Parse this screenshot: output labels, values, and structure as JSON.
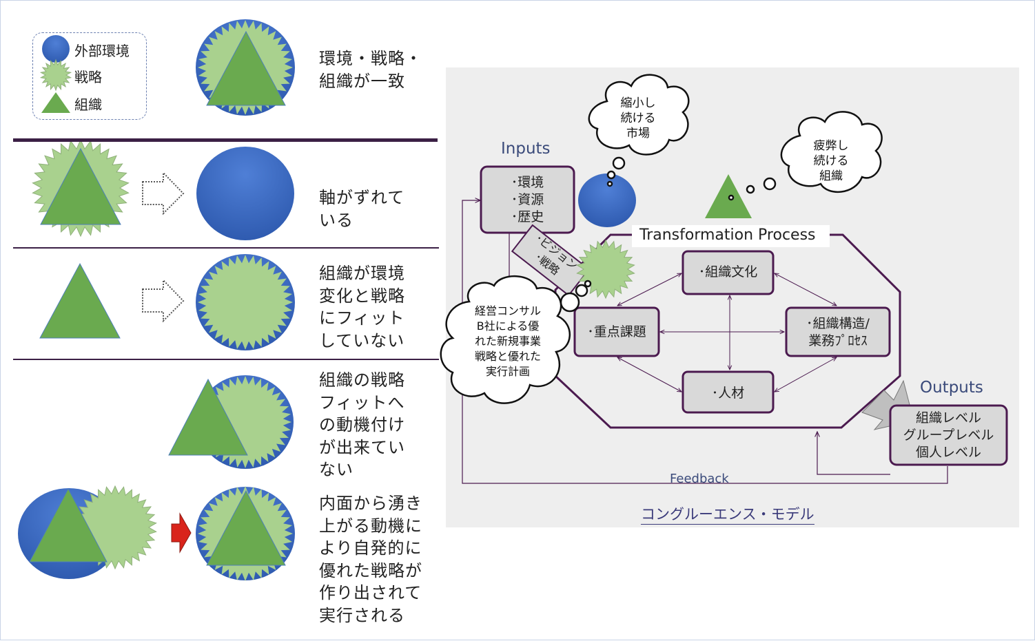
{
  "legend": {
    "items": [
      {
        "label": "外部環境",
        "icon": "blue-circle-icon"
      },
      {
        "label": "戦略",
        "icon": "green-starburst-icon"
      },
      {
        "label": "組織",
        "icon": "green-triangle-icon"
      }
    ]
  },
  "rows": {
    "r1": "環境・戦略・\n組織が一致",
    "r2": "軸がずれて\nいる",
    "r3": "組織が環境\n変化と戦略\nにフィット\nしていない",
    "r4": "組織の戦略\nフィットへ\nの動機付け\nが出来てい\nない",
    "r5": "内面から湧き\n上がる動機に\nより自発的に\n優れた戦略が\n作り出されて\n実行される"
  },
  "model": {
    "inputs_label": "Inputs",
    "inputs_items": "･環境\n･資源\n･歴史",
    "vision_box": "･ビジョン\n･戦略",
    "process_label": "Transformation Process",
    "culture": "･組織文化",
    "priority": "･重点課題",
    "structure": "･組織構造/\n業務ﾌﾟﾛｾｽ",
    "people": "･人材",
    "outputs_label": "Outputs",
    "outputs_items": "組織レベル\nグループレベル\n個人レベル",
    "feedback": "Feedback",
    "cloud_market": "縮小し\n続ける\n市場",
    "cloud_org": "疲弊し\n続ける\n組織",
    "cloud_consult": "経営コンサル\nB社による優\nれた新規事業\n戦略と優れた\n実行計画",
    "title": "コングルーエンス・モデル"
  },
  "colors": {
    "blue": "#3f6cc4",
    "green_light": "#a9d18e",
    "green_dark": "#6aaa4f",
    "frame": "#4b1a4f",
    "box_fill": "#d9d9d9",
    "red_arrow": "#d9241b"
  }
}
